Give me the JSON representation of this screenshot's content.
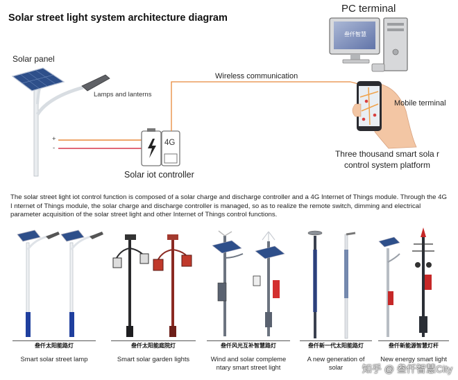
{
  "header": {
    "title": "Solar street light system architecture diagram"
  },
  "diagram": {
    "solar_panel_label": "Solar panel",
    "lamps_label": "Lamps and lanterns",
    "plus_label": "+",
    "minus_label": "-",
    "controller_label": "Solar iot controller",
    "controller_badge": "4G",
    "wireless_label": "Wireless communication",
    "pc_label": "PC terminal",
    "pc_screen_text": "叁仟智慧",
    "mobile_label": "Mobile terminal",
    "platform_label": "Three thousand smart sola r control system platform"
  },
  "description": "The solar street light iot control function is composed of a solar charge and discharge controller and a 4G Internet of Things module. Through the 4G I nternet of Things module, the solar charge and discharge controller is managed, so as to realize the remote switch, dimming and electrical parameter acquisition of the solar street light and other Internet of Things control functions.",
  "products": [
    {
      "cn": "叁仟太阳能路灯",
      "en": "Smart solar street lamp"
    },
    {
      "cn": "叁仟太阳能庭院灯",
      "en": "Smart solar garden lights"
    },
    {
      "cn": "叁仟风光互补智慧路灯",
      "en": "Wind and solar compleme ntary smart street light"
    },
    {
      "cn": "叁仟新一代太阳能路灯",
      "en": "A new generation of solar"
    },
    {
      "cn": "叁仟新能源智慧灯杆",
      "en": "New energy smart light"
    }
  ],
  "watermark": "知乎 @ 叁仟智慧City",
  "colors": {
    "positive_wire": "#e8893a",
    "negative_wire": "#d6364a",
    "wireless_line": "#e8893a",
    "pole_blue": "#1f3f9e",
    "pole_red": "#8b2a22"
  }
}
